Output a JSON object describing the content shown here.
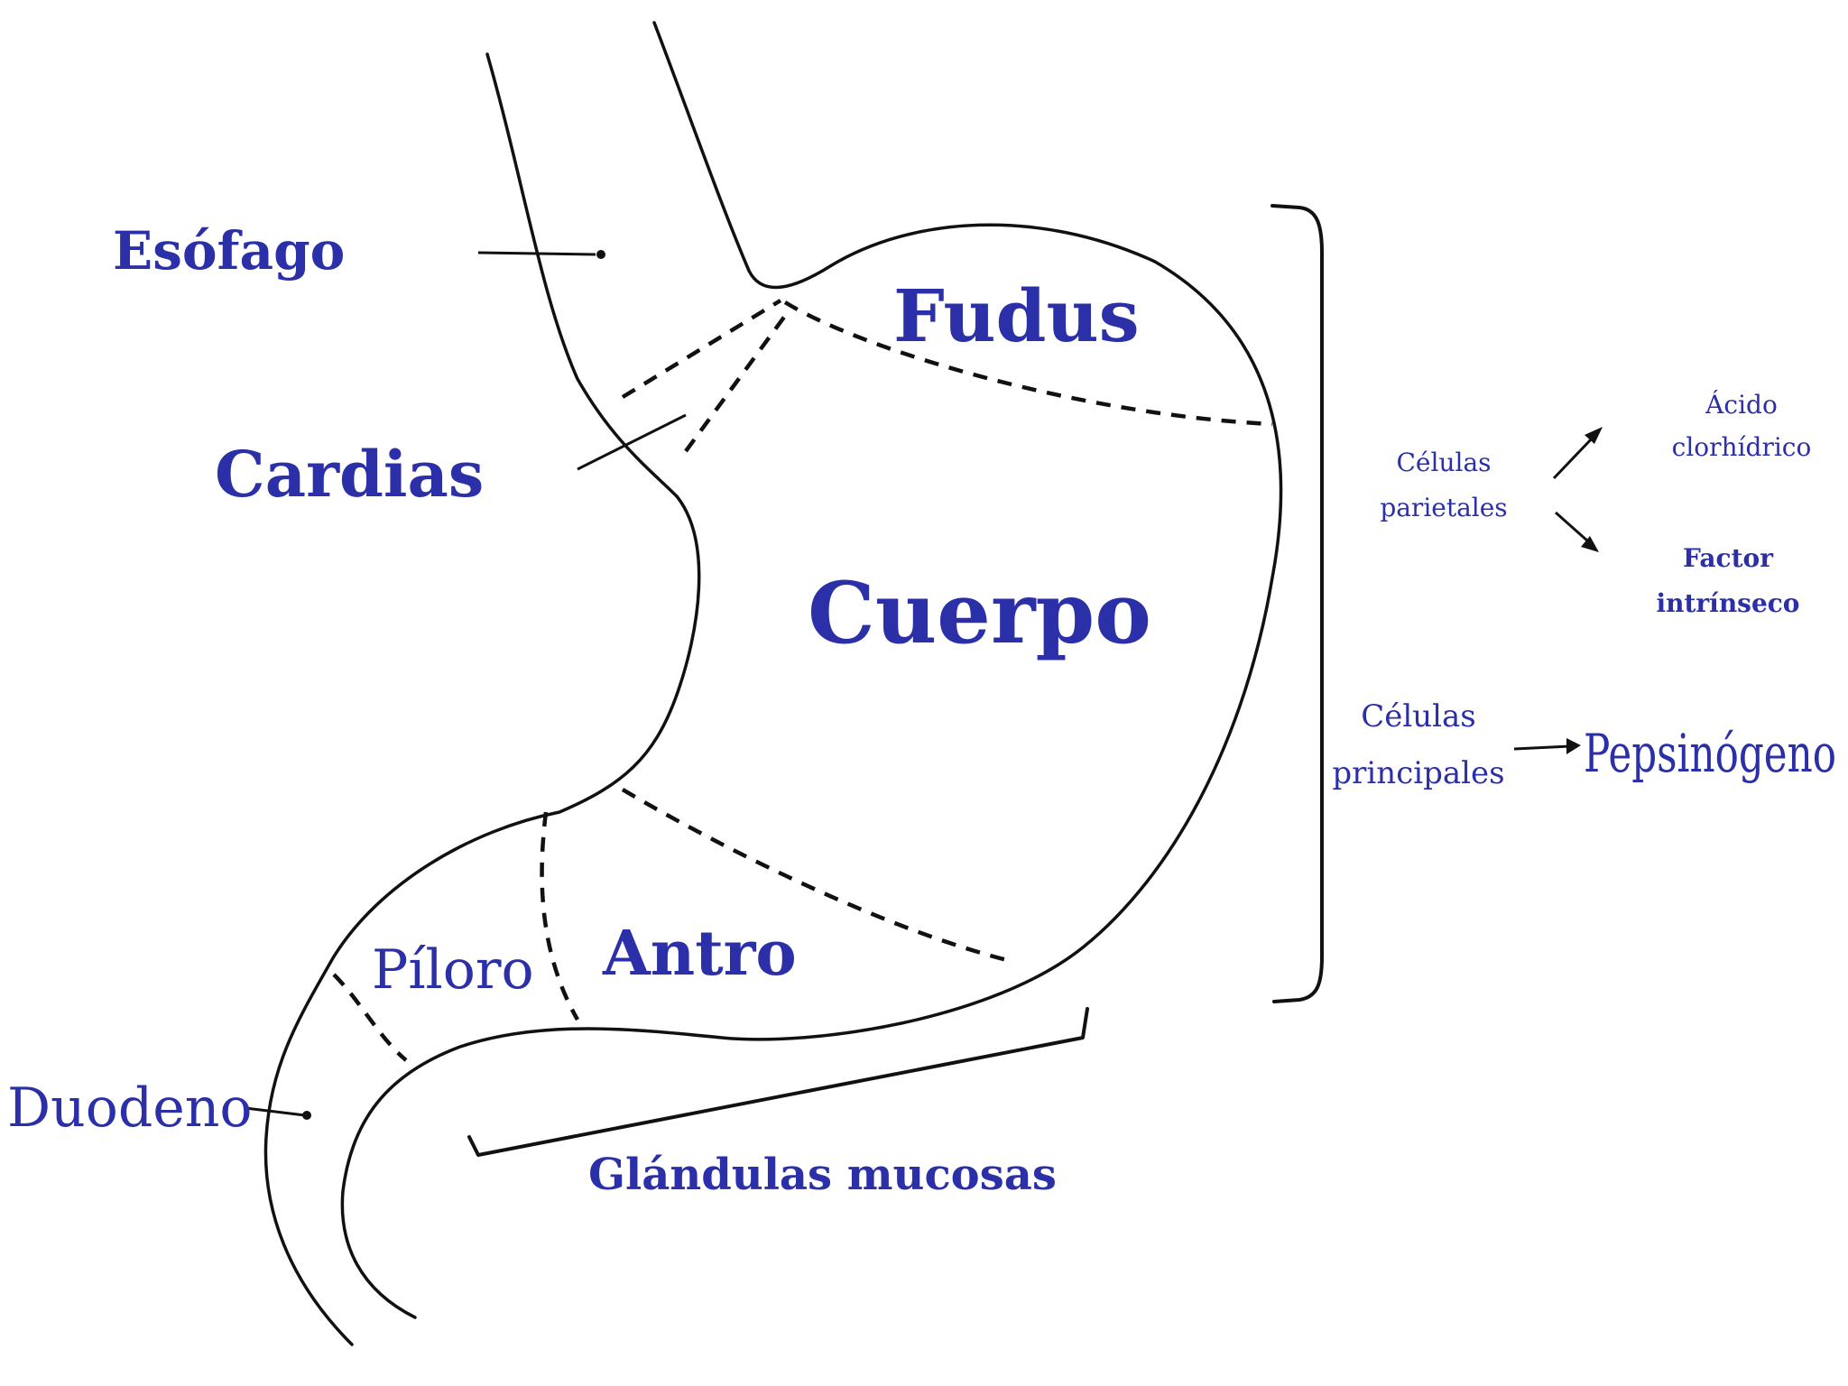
{
  "colors": {
    "label": "#2b2fa8",
    "line": "#111111",
    "background": "#ffffff"
  },
  "labels": {
    "esofago": "Esófago",
    "fudus": "Fudus",
    "cardias": "Cardias",
    "cuerpo": "Cuerpo",
    "antro": "Antro",
    "piloro": "Píloro",
    "duodeno": "Duodeno",
    "glandulas_mucosas": "Glándulas mucosas",
    "celulas_parietales_line1": "Células",
    "celulas_parietales_line2": "parietales",
    "acido_line1": "Ácido",
    "acido_line2": "clorhídrico",
    "factor_line1": "Factor",
    "factor_line2": "intrínseco",
    "celulas_principales_line1": "Células",
    "celulas_principales_line2": "principales",
    "pepsinogeno": "Pepsinógeno"
  }
}
